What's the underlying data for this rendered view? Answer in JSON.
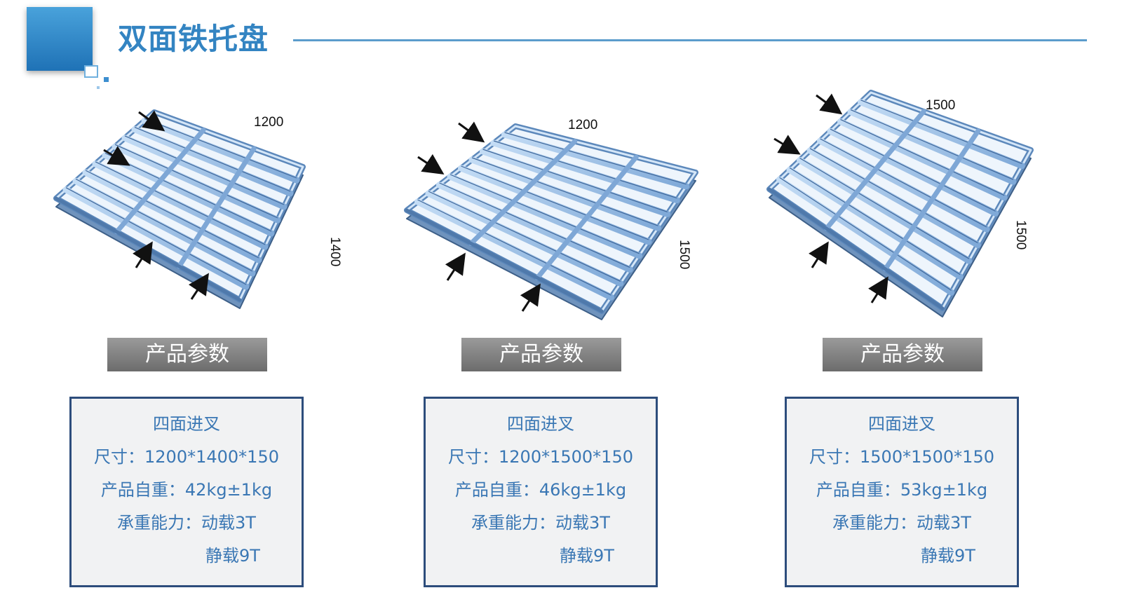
{
  "header": {
    "title": "双面铁托盘"
  },
  "colors": {
    "title": "#3384c2",
    "rule": "#5b9ccc",
    "spec_text": "#3a77b4",
    "spec_border": "#2d4d7c",
    "pallet": "#9fc3ec"
  },
  "products": [
    {
      "width_label": "1200",
      "depth_label": "1400",
      "param_header": "产品参数",
      "spec": {
        "line1": "四面进叉",
        "line2": "尺寸：1200*1400*150",
        "line3": "产品自重：42kg±1kg",
        "line4": "承重能力：动载3T",
        "line5": "静载9T"
      }
    },
    {
      "width_label": "1200",
      "depth_label": "1500",
      "param_header": "产品参数",
      "spec": {
        "line1": "四面进叉",
        "line2": "尺寸：1200*1500*150",
        "line3": "产品自重：46kg±1kg",
        "line4": "承重能力：动载3T",
        "line5": "静载9T"
      }
    },
    {
      "width_label": "1500",
      "depth_label": "1500",
      "param_header": "产品参数",
      "spec": {
        "line1": "四面进叉",
        "line2": "尺寸：1500*1500*150",
        "line3": "产品自重：53kg±1kg",
        "line4": "承重能力：动载3T",
        "line5": "静载9T"
      }
    }
  ]
}
